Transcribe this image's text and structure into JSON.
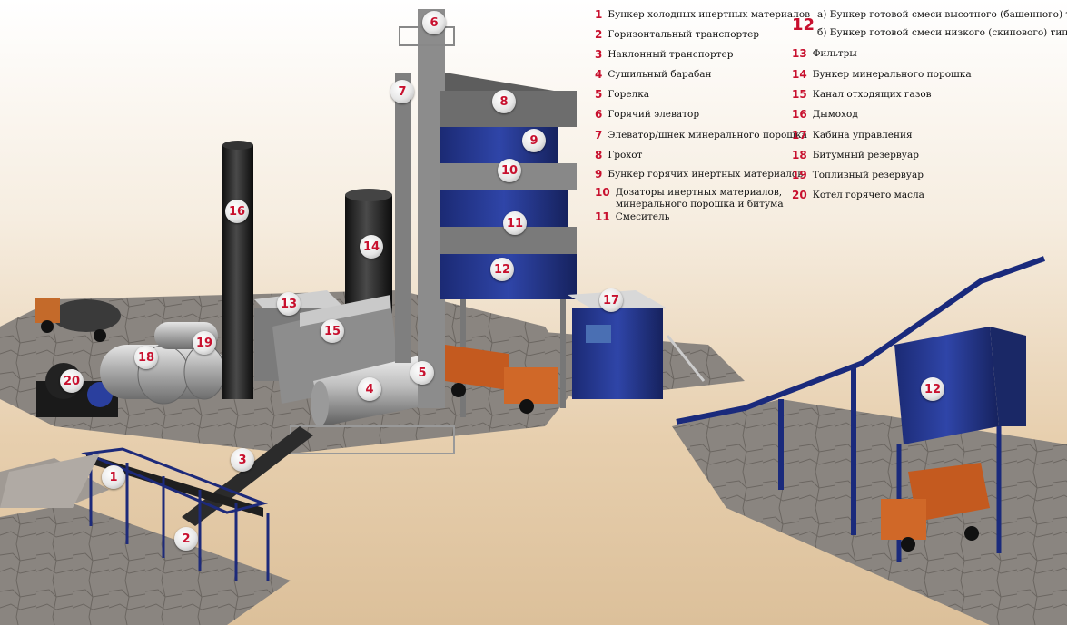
{
  "legend_left": [
    {
      "num": "1",
      "text": "Бункер холодных инертных материалов"
    },
    {
      "num": "2",
      "text": "Горизонтальный транспортер"
    },
    {
      "num": "3",
      "text": "Наклонный транспортер"
    },
    {
      "num": "4",
      "text": "Сушильный барабан"
    },
    {
      "num": "5",
      "text": "Горелка"
    },
    {
      "num": "6",
      "text": "Горячий элеватор"
    },
    {
      "num": "7",
      "text": "Элеватор/шнек минерального порошка"
    },
    {
      "num": "8",
      "text": "Грохот"
    },
    {
      "num": "9",
      "text": "Бункер горячих инертных материалов"
    },
    {
      "num": "10",
      "text": "Дозаторы инертных материалов,"
    },
    {
      "num": "",
      "text": "минерального порошка и битума"
    },
    {
      "num": "11",
      "text": "Смеситель"
    }
  ],
  "legend_right": [
    {
      "num": "",
      "text": "а) Бункер готовой смеси высотного (башенного) типа"
    },
    {
      "num": "12",
      "text": ""
    },
    {
      "num": "",
      "text": "б) Бункер готовой смеси низкого (скипового) типа"
    },
    {
      "num": "13",
      "text": "Фильтры"
    },
    {
      "num": "14",
      "text": "Бункер минерального порошка"
    },
    {
      "num": "15",
      "text": "Канал отходящих газов"
    },
    {
      "num": "16",
      "text": "Дымоход"
    },
    {
      "num": "17",
      "text": "Кабина управления"
    },
    {
      "num": "18",
      "text": "Битумный резервуар"
    },
    {
      "num": "19",
      "text": "Топливный резервуар"
    },
    {
      "num": "20",
      "text": "Котел горячего масла"
    }
  ],
  "markers": [
    "1",
    "2",
    "3",
    "4",
    "5",
    "6",
    "7",
    "8",
    "9",
    "10",
    "11",
    "12",
    "12",
    "13",
    "14",
    "15",
    "16",
    "17",
    "18",
    "19",
    "20"
  ]
}
